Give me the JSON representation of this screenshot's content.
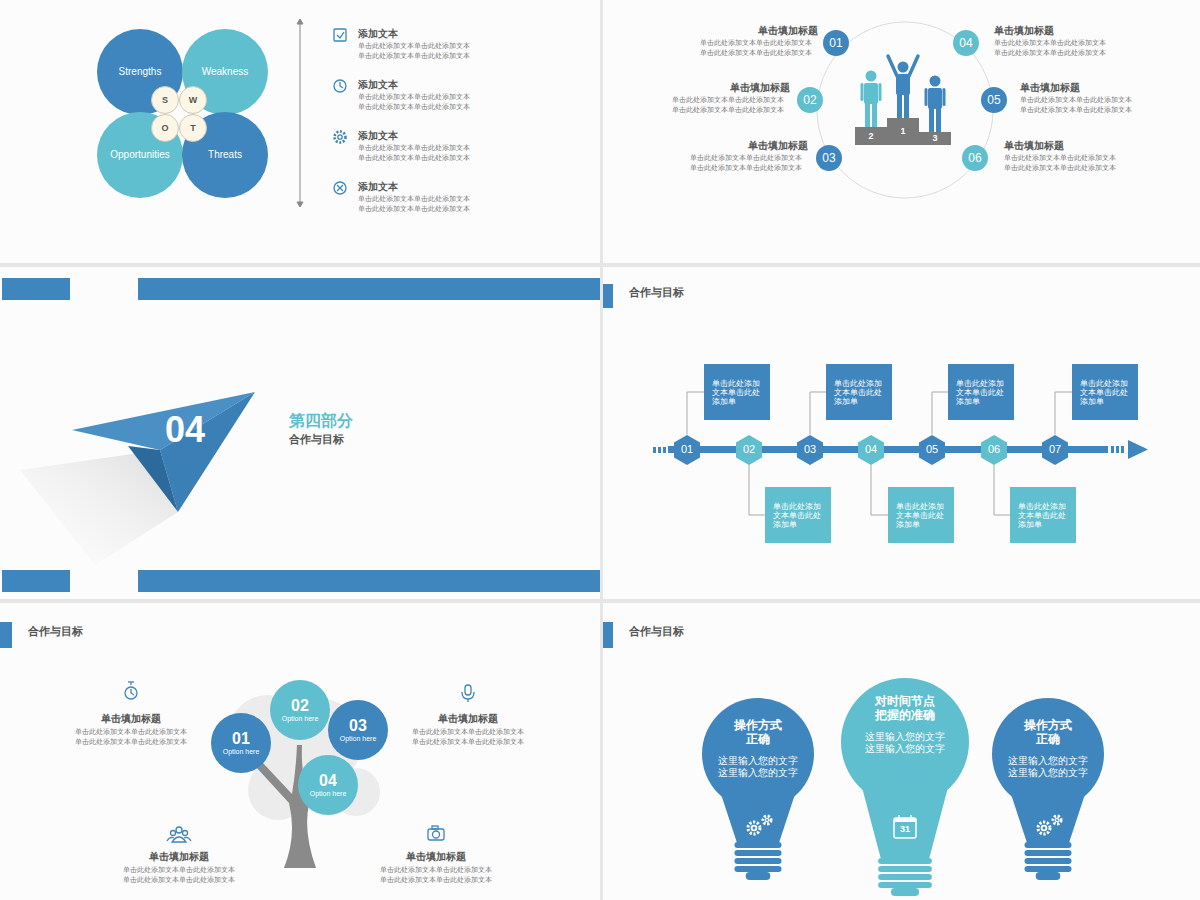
{
  "diagram": {
    "nodes": [
      {
        "text": [
          "Strengths"
        ]
      },
      {
        "text": [
          "Weakness"
        ]
      },
      {
        "text": [
          "Opportunities"
        ]
      },
      {
        "text": [
          "Threats"
        ]
      },
      {
        "text": [
          "S"
        ]
      },
      {
        "text": [
          "W"
        ]
      },
      {
        "text": [
          "O"
        ]
      },
      {
        "text": [
          "T"
        ]
      },
      {
        "text": [
          "01"
        ]
      },
      {
        "text": [
          "02"
        ]
      },
      {
        "text": [
          "03"
        ]
      },
      {
        "text": [
          "04"
        ]
      },
      {
        "text": [
          "05"
        ]
      },
      {
        "text": [
          "06"
        ]
      },
      {
        "text": [
          "2"
        ]
      },
      {
        "text": [
          "1"
        ]
      },
      {
        "text": [
          "3"
        ]
      },
      {
        "text": [
          "01"
        ]
      },
      {
        "text": [
          "02"
        ]
      },
      {
        "text": [
          "03"
        ]
      },
      {
        "text": [
          "04"
        ]
      },
      {
        "text": [
          "05"
        ]
      },
      {
        "text": [
          "06"
        ]
      },
      {
        "text": [
          "07"
        ]
      },
      {
        "text": [
          "单击此处添加 文本单击此处 添加单"
        ]
      },
      {
        "text": [
          "单击此处添加 文本单击此处 添加单"
        ]
      },
      {
        "text": [
          "单击此处添加 文本单击此处 添加单"
        ]
      },
      {
        "text": [
          "单击此处添加 文本单击此处 添加单"
        ]
      },
      {
        "text": [
          "单击此处添加 文本单击此处 添加单"
        ]
      },
      {
        "text": [
          "单击此处添加 文本单击此处 添加单"
        ]
      },
      {
        "text": [
          "单击此处添加 文本单击此处 添加单"
        ]
      },
      {
        "text": [
          "01",
          "Option here"
        ]
      },
      {
        "text": [
          "02",
          "Option here"
        ]
      },
      {
        "text": [
          "03",
          "Option here"
        ]
      },
      {
        "text": [
          "04",
          "Option here"
        ]
      },
      {
        "text": [
          "操作方式 正确",
          "这里输入您的文字 这里输入您的文字"
        ]
      },
      {
        "text": [
          "对时间节点 把握的准确",
          "这里输入您的文字 这里输入您的文字"
        ]
      },
      {
        "text": [
          "操作方式 正确",
          "这里输入您的文字 这里输入您的文字"
        ]
      }
    ],
    "edges": [
      {
        "from": 24,
        "to": 17,
        "arrow": "none"
      },
      {
        "from": 25,
        "to": 18,
        "arrow": "none"
      },
      {
        "from": 26,
        "to": 19,
        "arrow": "none"
      },
      {
        "from": 27,
        "to": 20,
        "arrow": "none"
      },
      {
        "from": 28,
        "to": 21,
        "arrow": "none"
      },
      {
        "from": 29,
        "to": 22,
        "arrow": "none"
      },
      {
        "from": 30,
        "to": 23,
        "arrow": "none"
      }
    ],
    "labels": [
      "添加文本",
      "单击此处添加文本单击此处添加文本 单击此处添加文本单击此处添加文本",
      "添加文本",
      "单击此处添加文本单击此处添加文本 单击此处添加文本单击此处添加文本",
      "添加文本",
      "单击此处添加文本单击此处添加文本 单击此处添加文本单击此处添加文本",
      "添加文本",
      "单击此处添加文本单击此处添加文本 单击此处添加文本单击此处添加文本",
      "单击填加标题",
      "单击此处添加文本单击此处添加文本 单击此处添加文本单击此处添加文本",
      "单击填加标题",
      "单击此处添加文本单击此处添加文本 单击此处添加文本单击此处添加文本",
      "单击填加标题",
      "单击此处添加文本单击此处添加文本 单击此处添加文本单击此处添加文本",
      "单击填加标题",
      "单击此处添加文本单击此处添加文本 单击此处添加文本单击此处添加文本",
      "单击填加标题",
      "单击此处添加文本单击此处添加文本 单击此处添加文本单击此处添加文本",
      "单击填加标题",
      "单击此处添加文本单击此处添加文本 单击此处添加文本单击此处添加文本",
      "04",
      "第四部分",
      "合作与目标",
      "合作与目标",
      "合作与目标",
      "单击填加标题",
      "单击此处添加文本单击此处添加文本 单击此处添加文本单击此处添加文本",
      "单击填加标题",
      "单击此处添加文本单击此处添加文本 单击此处添加文本单击此处添加文本",
      "单击填加标题",
      "单击此处添加文本单击此处添加文本 单击此处添加文本单击此处添加文本",
      "单击填加标题",
      "单击此处添加文本单击此处添加文本 单击此处添加文本单击此处添加文本",
      "合作与目标",
      "31"
    ]
  }
}
